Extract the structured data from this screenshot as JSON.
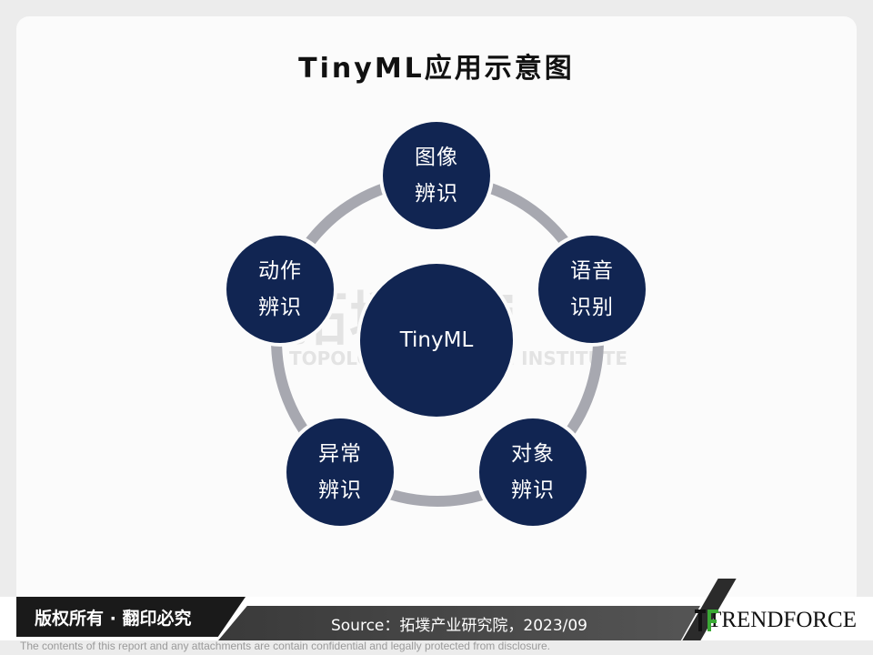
{
  "title": "TinyML应用示意图",
  "watermark": {
    "cn": "拓墣TRi",
    "en": "TOPOLOGY RESEARCH INSTITUTE"
  },
  "center": {
    "label": "TinyML"
  },
  "nodes": [
    {
      "line1": "图像",
      "line2": "辨识"
    },
    {
      "line1": "语音",
      "line2": "识别"
    },
    {
      "line1": "对象",
      "line2": "辨识"
    },
    {
      "line1": "异常",
      "line2": "辨识"
    },
    {
      "line1": "动作",
      "line2": "辨识"
    }
  ],
  "footer": {
    "copyright": "版权所有 · 翻印必究",
    "source": "Source：拓墣产业研究院，2023/09",
    "logo": "TRENDFORCE",
    "disclaimer": "The contents of this report and any attachments are contain confidential and legally protected from disclosure."
  },
  "colors": {
    "node_fill": "#112552",
    "ring": "#a7a8b0",
    "logo_accent": "#3aa935"
  }
}
